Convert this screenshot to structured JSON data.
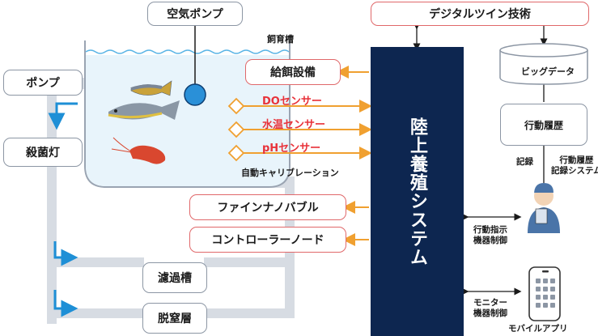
{
  "air_pump": "空気ポンプ",
  "tank_label": "飼育槽",
  "pump": "ポンプ",
  "sterilizer": "殺菌灯",
  "filter_tank": "濾過槽",
  "denitrification": "脱窒層",
  "feeder": "給餌設備",
  "sensors": [
    "DOセンサー",
    "水温センサー",
    "pHセンサー"
  ],
  "auto_calibration": "自動キャリブレーション",
  "fine_bubble": "ファインナノバブル",
  "control_node": "コントローラーノード",
  "main_system": "陸上養殖システム",
  "digital_twin": "デジタルツイン技術",
  "big_data": "ビッグデータ",
  "action_history": "行動履歴",
  "record": "記録",
  "record_system": "行動履歴\n記録システム",
  "action_instruction": "行動指示\n機器制御",
  "monitor": "モニター\n機器制御",
  "mobile_app": "モバイルアプリ",
  "colors": {
    "navy": "#0d2650",
    "red_border": "#e0686a",
    "sensor_red": "#e8323a",
    "orange_arrow": "#f0a030",
    "blue_arrow": "#1e8fd6",
    "pipe": "#d7dce3"
  }
}
